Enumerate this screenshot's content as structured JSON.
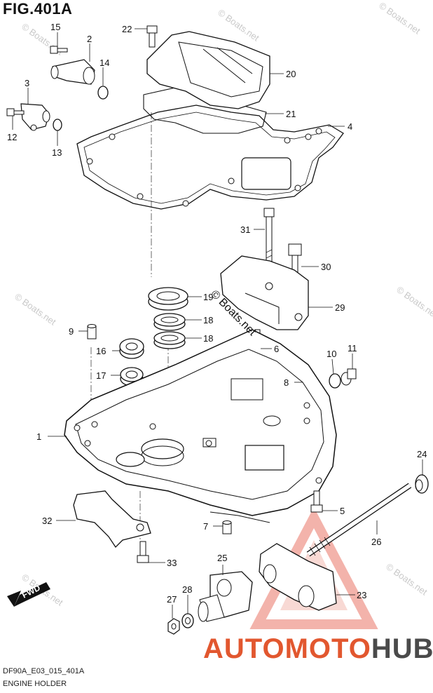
{
  "figure": {
    "title": "FIG.401A"
  },
  "footer": {
    "code": "DF90A_E03_015_401A",
    "section": "ENGINE HOLDER"
  },
  "watermark": {
    "text": "© Boats.net",
    "center_text": "© Boats.net"
  },
  "direction": {
    "label": "FWD"
  },
  "brand": {
    "part1": "AUTOMOTO",
    "part2": "HUB",
    "color_primary": "#e2572f",
    "color_secondary": "#4a4a4a"
  },
  "callouts": [
    {
      "n": "1",
      "label": "1"
    },
    {
      "n": "2",
      "label": "2"
    },
    {
      "n": "3",
      "label": "3"
    },
    {
      "n": "4",
      "label": "4"
    },
    {
      "n": "5",
      "label": "5"
    },
    {
      "n": "6",
      "label": "6"
    },
    {
      "n": "7",
      "label": "7"
    },
    {
      "n": "8",
      "label": "8"
    },
    {
      "n": "9",
      "label": "9"
    },
    {
      "n": "10",
      "label": "10"
    },
    {
      "n": "11",
      "label": "11"
    },
    {
      "n": "12",
      "label": "12"
    },
    {
      "n": "13",
      "label": "13"
    },
    {
      "n": "14",
      "label": "14"
    },
    {
      "n": "15",
      "label": "15"
    },
    {
      "n": "16",
      "label": "16"
    },
    {
      "n": "17",
      "label": "17"
    },
    {
      "n": "18a",
      "label": "18"
    },
    {
      "n": "18b",
      "label": "18"
    },
    {
      "n": "19",
      "label": "19"
    },
    {
      "n": "20",
      "label": "20"
    },
    {
      "n": "21",
      "label": "21"
    },
    {
      "n": "22",
      "label": "22"
    },
    {
      "n": "23",
      "label": "23"
    },
    {
      "n": "24",
      "label": "24"
    },
    {
      "n": "25",
      "label": "25"
    },
    {
      "n": "26",
      "label": "26"
    },
    {
      "n": "27",
      "label": "27"
    },
    {
      "n": "28",
      "label": "28"
    },
    {
      "n": "29",
      "label": "29"
    },
    {
      "n": "30",
      "label": "30"
    },
    {
      "n": "31",
      "label": "31"
    },
    {
      "n": "32",
      "label": "32"
    },
    {
      "n": "33",
      "label": "33"
    }
  ]
}
